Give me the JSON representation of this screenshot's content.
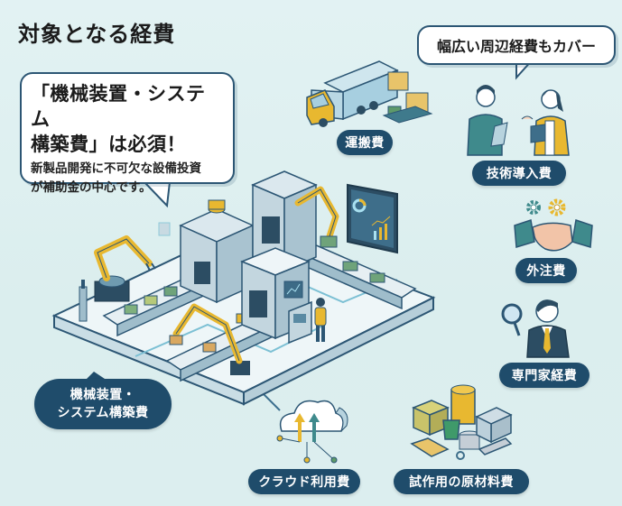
{
  "title": "対象となる経費",
  "main_callout": {
    "headline_line1": "「機械装置・システム",
    "headline_line2": "構築費」は必須！",
    "body_line1": "新製品開発に不可欠な設備投資",
    "body_line2": "が補助金の中心です。"
  },
  "side_callout": {
    "text": "幅広い周辺経費もカバー"
  },
  "central_label": {
    "line1": "機械装置・",
    "line2": "システム構築費"
  },
  "expense_items": [
    {
      "label": "運搬費",
      "icon": "truck-icon"
    },
    {
      "label": "技術導入費",
      "icon": "consultation-icon"
    },
    {
      "label": "外注費",
      "icon": "handshake-icon"
    },
    {
      "label": "専門家経費",
      "icon": "expert-icon"
    },
    {
      "label": "試作用の原材料費",
      "icon": "materials-icon"
    },
    {
      "label": "クラウド利用費",
      "icon": "cloud-icon"
    }
  ],
  "colors": {
    "background": "#dceeef",
    "pill": "#1f4c6b",
    "border": "#2c5674",
    "accent_yellow": "#e8b830",
    "accent_green": "#5d9a6a",
    "accent_teal": "#3f8a8c"
  }
}
